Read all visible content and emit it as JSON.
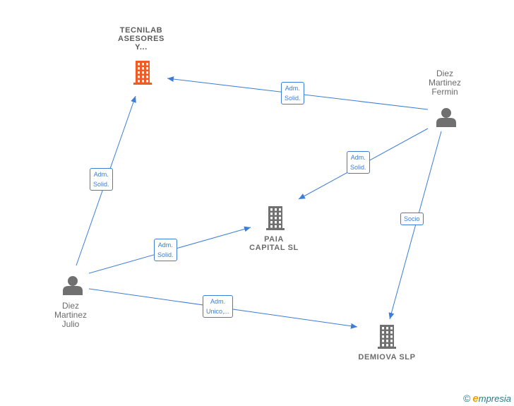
{
  "nodes": {
    "tecnilab": {
      "label_lines": [
        "TECNILAB",
        "ASESORES",
        "Y..."
      ],
      "type": "company",
      "color": "#f05a24"
    },
    "paia": {
      "label_lines": [
        "PAIA",
        "CAPITAL  SL"
      ],
      "type": "company",
      "color": "#707070"
    },
    "demiova": {
      "label_lines": [
        "DEMIOVA  SLP"
      ],
      "type": "company",
      "color": "#707070"
    },
    "fermin": {
      "label_lines": [
        "Diez",
        "Martinez",
        "Fermin"
      ],
      "type": "person",
      "color": "#707070"
    },
    "julio": {
      "label_lines": [
        "Diez",
        "Martinez",
        "Julio"
      ],
      "type": "person",
      "color": "#707070"
    }
  },
  "edges": {
    "fermin_tecnilab": {
      "from": "fermin",
      "to": "tecnilab",
      "label_lines": [
        "Adm.",
        "Solid."
      ]
    },
    "fermin_paia": {
      "from": "fermin",
      "to": "paia",
      "label_lines": [
        "Adm.",
        "Solid."
      ]
    },
    "fermin_demiova": {
      "from": "fermin",
      "to": "demiova",
      "label_lines": [
        "Socio"
      ]
    },
    "julio_tecnilab": {
      "from": "julio",
      "to": "tecnilab",
      "label_lines": [
        "Adm.",
        "Solid."
      ]
    },
    "julio_paia": {
      "from": "julio",
      "to": "paia",
      "label_lines": [
        "Adm.",
        "Solid."
      ]
    },
    "julio_demiova": {
      "from": "julio",
      "to": "demiova",
      "label_lines": [
        "Adm.",
        "Unico,..."
      ]
    }
  },
  "edge_color": "#3b7dd8",
  "footer": {
    "copyright_symbol": "©",
    "brand_initial": "e",
    "brand_rest": "mpresia"
  }
}
